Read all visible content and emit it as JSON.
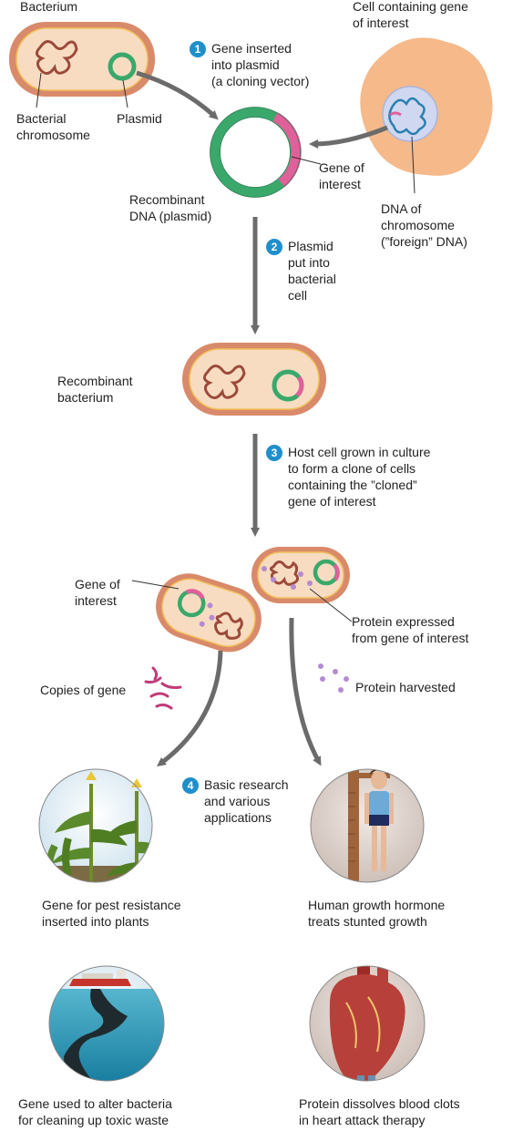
{
  "labels": {
    "bacterium": "Bacterium",
    "cell_gene": "Cell containing gene\nof interest",
    "bacterial_chromosome": "Bacterial\nchromosome",
    "plasmid": "Plasmid",
    "gene_of_interest_top": "Gene of\ninterest",
    "recombinant_dna": "Recombinant\nDNA (plasmid)",
    "dna_of_chromosome": "DNA of\nchromosome\n(”foreign” DNA)",
    "recombinant_bacterium": "Recombinant\nbacterium",
    "gene_of_interest_mid": "Gene of\ninterest",
    "protein_expressed": "Protein expressed\nfrom gene of interest",
    "copies_of_gene": "Copies of gene",
    "protein_harvested": "Protein harvested",
    "pest_resistance": "Gene for pest resistance\ninserted into plants",
    "growth_hormone": "Human growth hormone\ntreats stunted growth",
    "toxic_waste": "Gene used to alter bacteria\nfor cleaning up toxic waste",
    "blood_clots": "Protein dissolves blood clots\nin heart attack therapy"
  },
  "steps": [
    {
      "num": "1",
      "text": "Gene inserted\ninto plasmid\n(a cloning vector)"
    },
    {
      "num": "2",
      "text": "Plasmid\nput into\nbacterial\ncell"
    },
    {
      "num": "3",
      "text": "Host cell grown in culture\nto form a clone of cells\ncontaining the ”cloned”\ngene of interest"
    },
    {
      "num": "4",
      "text": "Basic research\nand various\napplications"
    }
  ],
  "colors": {
    "cell_wall": "#d98a6a",
    "cytoplasm": "#f7dcc2",
    "chromosome": "#9c4a3a",
    "plasmid_green": "#3aa86b",
    "gene_pink": "#e0609a",
    "arrow": "#6b6b6b",
    "step_badge": "#1f8fcc",
    "protein_dot": "#b48bd0",
    "foreign_cell": "#f6b98a"
  }
}
